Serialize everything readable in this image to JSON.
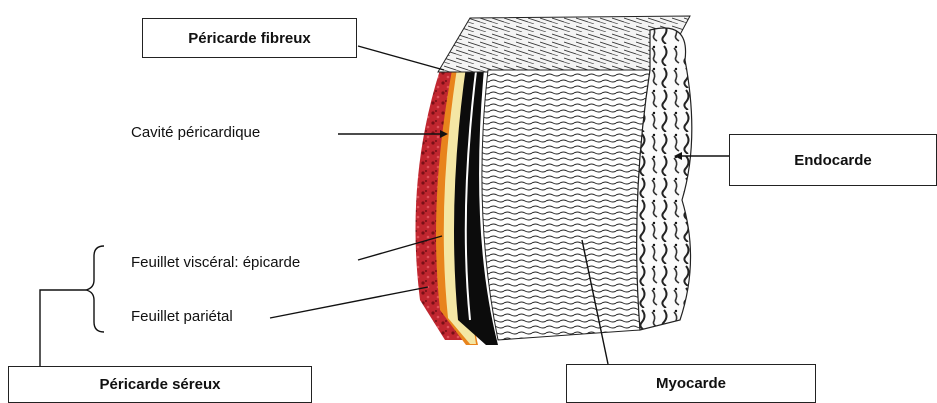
{
  "labels": {
    "pericarde_fibreux": "Péricarde fibreux",
    "cavite_pericardique": "Cavité péricardique",
    "endocarde": "Endocarde",
    "feuillet_visceral": "Feuillet viscéral: épicarde",
    "feuillet_parietal": "Feuillet pariétal",
    "pericarde_sereux": "Péricarde séreux",
    "myocarde": "Myocarde"
  },
  "colors": {
    "line": "#111111",
    "parietal_red": "#b0202a",
    "parietal_orange": "#e8841c",
    "pale_yellow": "#f4e6a4",
    "black_layer": "#0c0c0c"
  }
}
